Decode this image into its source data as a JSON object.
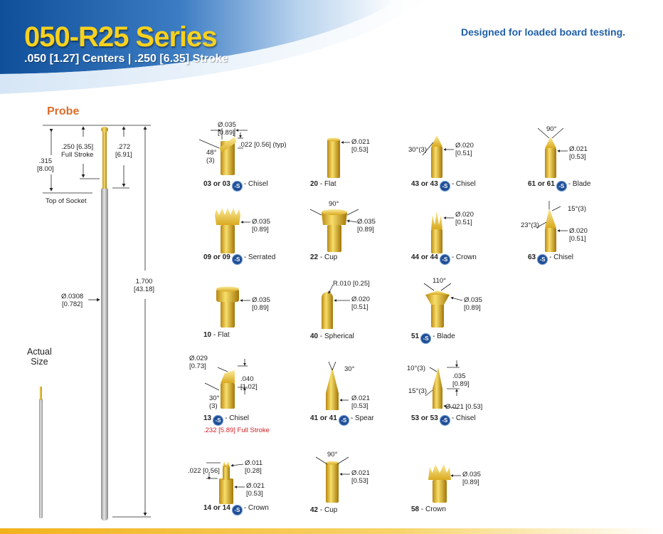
{
  "header": {
    "title": "050-R25 Series",
    "subtitle": ".050 [1.27] Centers  |  .250 [6.35] Stroke",
    "tagline": "Designed for loaded board testing."
  },
  "probe": {
    "heading": "Probe",
    "dim_315": [
      ".315",
      "[8.00]"
    ],
    "dim_250": [
      ".250 [6.35]",
      "Full Stroke"
    ],
    "dim_272": [
      ".272",
      "[6.91]"
    ],
    "top_of_socket": "Top of Socket",
    "dim_diameter": [
      "Ø.0308",
      "[0.782]"
    ],
    "dim_1700": [
      "1.700",
      "[43.18]"
    ],
    "actual_size": [
      "Actual",
      "Size"
    ]
  },
  "colors": {
    "gold": "#e1b52c",
    "blue": "#1f4e96",
    "accent": "#de6c2a",
    "note_red": "#d32027"
  },
  "tips": {
    "t03": {
      "code": "03 or 03",
      "desc": "- Chisel",
      "d1": [
        "Ø.035",
        "[0.89]"
      ],
      "d2": ".022 [0.56] (typ)",
      "d3": [
        "48°",
        "(3)"
      ]
    },
    "t09": {
      "code": "09 or 09",
      "desc": "- Serrated",
      "d1": [
        "Ø.035",
        "[0.89]"
      ]
    },
    "t10": {
      "code": "10",
      "desc": "- Flat",
      "d1": [
        "Ø.035",
        "[0.89]"
      ]
    },
    "t13": {
      "code": "13",
      "desc": "- Chisel",
      "d1": [
        "Ø.029",
        "[0.73]"
      ],
      "d2": [
        ".040",
        "[1.02]"
      ],
      "d3": [
        "30°",
        "(3)"
      ],
      "note": ".232 [5.89] Full Stroke"
    },
    "t14": {
      "code": "14 or 14",
      "desc": "- Crown",
      "d1": [
        "Ø.011",
        "[0.28]"
      ],
      "d2": ".022 [0.56]",
      "d3": [
        "Ø.021",
        "[0.53]"
      ]
    },
    "t20": {
      "code": "20",
      "desc": "- Flat",
      "d1": [
        "Ø.021",
        "[0.53]"
      ]
    },
    "t22": {
      "code": "22",
      "desc": "- Cup",
      "d1": [
        "Ø.035",
        "[0.89]"
      ],
      "d2": "90°"
    },
    "t40": {
      "code": "40",
      "desc": "- Spherical",
      "d1": [
        "Ø.020",
        "[0.51]"
      ],
      "d2": "R.010 [0.25]"
    },
    "t41": {
      "code": "41 or 41",
      "desc": "- Spear",
      "d1": [
        "Ø.021",
        "[0.53]"
      ],
      "d2": "30°"
    },
    "t42": {
      "code": "42",
      "desc": "- Cup",
      "d1": [
        "Ø.021",
        "[0.53]"
      ],
      "d2": "90°"
    },
    "t43": {
      "code": "43 or 43",
      "desc": "- Chisel",
      "d1": [
        "Ø.020",
        "[0.51]"
      ],
      "d2": "30°(3)"
    },
    "t44": {
      "code": "44 or 44",
      "desc": "- Crown",
      "d1": [
        "Ø.020",
        "[0.51]"
      ]
    },
    "t51": {
      "code": "51",
      "desc": "- Blade",
      "d1": [
        "Ø.035",
        "[0.89]"
      ],
      "d2": "110°"
    },
    "t53": {
      "code": "53 or 53",
      "desc": "- Chisel",
      "d1": [
        ".035",
        "[0.89]"
      ],
      "d2": "10°(3)",
      "d3": "15°(3)",
      "d4": "Ø.021 [0.53]"
    },
    "t58": {
      "code": "58",
      "desc": "- Crown",
      "d1": [
        "Ø.035",
        "[0.89]"
      ]
    },
    "t61": {
      "code": "61 or 61",
      "desc": "- Blade",
      "d1": [
        "Ø.021",
        "[0.53]"
      ],
      "d2": "90°"
    },
    "t63": {
      "code": "63",
      "desc": "- Chisel",
      "d1": [
        "Ø.020",
        "[0.51]"
      ],
      "d2": "15°(3)",
      "d3": "23°(3)"
    },
    "badge": "-S"
  }
}
